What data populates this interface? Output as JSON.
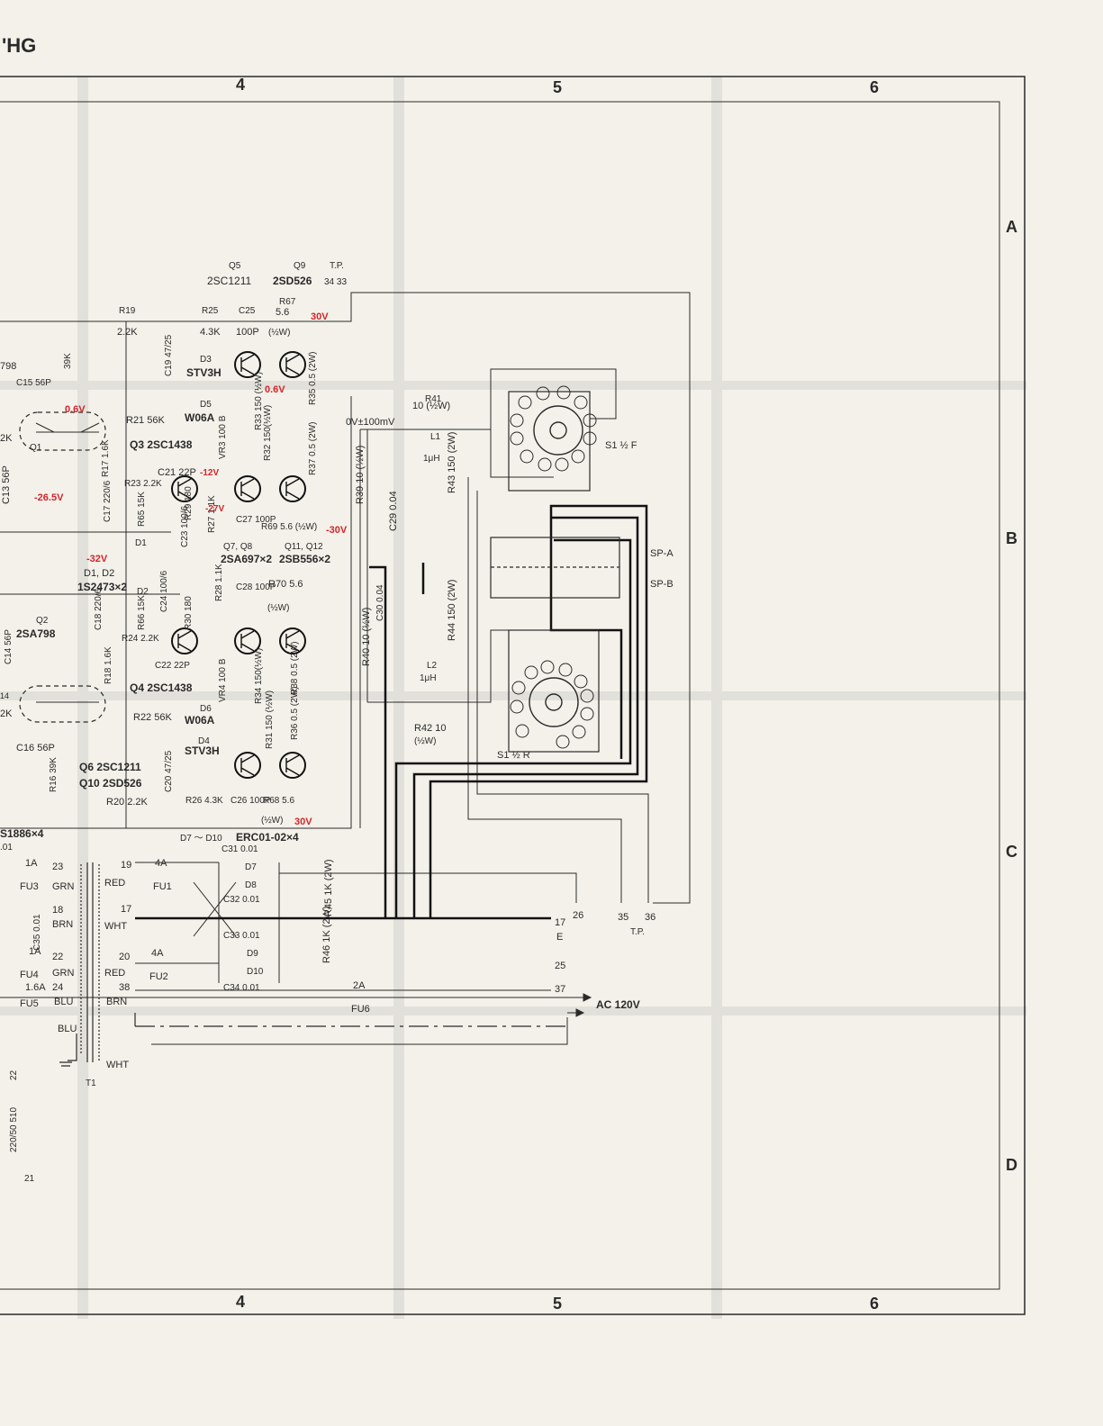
{
  "header": {
    "model_suffix": "'HG"
  },
  "grid": {
    "columns": [
      "4",
      "5",
      "6"
    ],
    "rows": [
      "A",
      "B",
      "C",
      "D"
    ]
  },
  "colors": {
    "ink": "#2a2a2a",
    "voltage": "#d4242a",
    "gridline": "#dcdcd8",
    "paper": "#f4f1ea"
  },
  "labels": {
    "q5": "Q5",
    "q5_part": "2SC1211",
    "q9": "Q9",
    "q9_part": "2SD526",
    "tp_top": "T.P.",
    "tp_top_pins": "34  33",
    "r19": "R19",
    "r19_val": "2.2K",
    "r25": "R25",
    "r25_val": "4.3K",
    "c25": "C25",
    "c25_val": "100P",
    "r67": "R67",
    "r67_val": "5.6",
    "r67_w": "(½W)",
    "v30_top": "30V",
    "r15_val": "39K",
    "c15_val": "C15 56P",
    "c19_val": "C19 47/25",
    "d3": "D3",
    "d3_part": "STV3H",
    "d5": "D5",
    "d5_part": "W06A",
    "v06_a": "0.6V",
    "v06_b": "0.6V",
    "r21_val": "R21 56K",
    "q3_lbl": "Q3 2SC1438",
    "r41_val": "R41",
    "r41_w": "10 (½W)",
    "ov": "0V±100mV",
    "l1": "L1",
    "l1_val": "1μH",
    "r43_val": "R43 150 (2W)",
    "s1f": "S1 ½ F",
    "r17": "R17 1.6K",
    "c21": "C21 22P",
    "v12": "-12V",
    "v265": "-26.5V",
    "c13": "C13 56P",
    "c17": "C17 220/6",
    "r23": "R23 2.2K",
    "v27": "-27V",
    "c27": "C27 100P",
    "r69": "R69 5.6 (½W)",
    "v30_neg": "-30V",
    "r39": "R39 10 (½W)",
    "c29": "C29 0.04",
    "q7q8": "Q7, Q8",
    "q7q8_part": "2SA697×2",
    "q11q12": "Q11, Q12",
    "q11q12_part": "2SB556×2",
    "v32": "-32V",
    "d1d2": "D1, D2",
    "d1d2_part": "1S2473×2",
    "c18": "C18 220/6",
    "c24": "C24 100/6",
    "r28": "R28 1.1K",
    "c28": "C28 100P",
    "r70": "R70 5.6",
    "r70_w": "(½W)",
    "c30": "C30 0.04",
    "spa": "SP-A",
    "spb": "SP-B",
    "q2": "Q2",
    "q2_part": "2SA798",
    "q1_part": "798",
    "r24": "R24 2.2K",
    "c22": "C22 22P",
    "r18": "R18 1.6K",
    "q4_lbl": "Q4 2SC1438",
    "r44": "R44 150 (2W)",
    "r40": "R40 10 (½W)",
    "l2": "L2",
    "l2_val": "1μH",
    "r42": "R42 10",
    "r42_w": "(½W)",
    "r22": "R22 56K",
    "d6": "D6",
    "d6_part": "W06A",
    "d4": "D4",
    "d4_part": "STV3H",
    "c20": "C20 47/25",
    "c16": "C16 56P",
    "r16": "R16 39K",
    "q6_lbl": "Q6 2SC1211",
    "q10_lbl": "Q10 2SD526",
    "r20": "R20 2.2K",
    "r26": "R26 4.3K",
    "c26": "C26 100P",
    "r68": "R68 5.6",
    "r68_w": "(½W)",
    "v30_bot": "30V",
    "s1r": "S1 ½ R",
    "q_s1886": "S1886×4",
    "val_01": ".01",
    "d7d10": "D7 ～ D10",
    "d7d10_part": "ERC01-02×4",
    "c31": "C31 0.01",
    "c32": "C32 0.01",
    "c33": "C33 0.01",
    "c34": "C34 0.01",
    "d7": "D7",
    "d8": "D8",
    "d9": "D9",
    "d10": "D10",
    "fu1": "FU1",
    "fu1_val": "4A",
    "fu2": "FU2",
    "fu2_val": "4A",
    "fu3": "FU3",
    "fu3_val": "1A",
    "fu4": "FU4",
    "fu4_val": "1A",
    "fu5": "FU5",
    "fu5_val": "1.6A",
    "fu6": "FU6",
    "fu6_val": "2A",
    "r45": "R45 1K (2W)",
    "r46": "R46 1K (2W)",
    "c35": "C35 0.01",
    "t1": "T1",
    "ac": "AC 120V",
    "tp_bot": "T.P.",
    "pin26": "26",
    "pin35": "35",
    "pin36": "36",
    "pin17e": "17",
    "pin_e": "E",
    "pin25": "25",
    "pin37": "37",
    "tr_19": "19",
    "tr_17": "17",
    "tr_20": "20",
    "tr_38": "38",
    "tr_23": "23",
    "tr_18": "18",
    "tr_22": "22",
    "tr_24": "24",
    "red1": "RED",
    "wht1": "WHT",
    "red2": "RED",
    "brn2": "BRN",
    "wht2": "WHT",
    "grn1": "GRN",
    "brn1": "BRN",
    "grn2": "GRN",
    "blu1": "BLU",
    "blu2": "BLU",
    "r_22": "22",
    "c_220": "220/50 510",
    "pin21": "21",
    "r65": "R65 15K",
    "r66": "R66 15K",
    "r29": "R29 180",
    "r30": "R30 180",
    "r27": "R27 1.1K",
    "c23": "C23 100/6",
    "vr3": "VR3 100 B",
    "vr4": "VR4 100 B",
    "r33": "R33 150 (½W)",
    "r32": "R32 150(½W)",
    "r31": "R31 150 (½W)",
    "r34": "R34 150(½W)",
    "r35": "R35 0.5 (2W)",
    "r37": "R37 0.5 (2W)",
    "r38": "R38 0.5 (2W)",
    "r36": "R36 0.5 (2W)",
    "left_2k_a": "2K",
    "left_2k_b": "2K",
    "left_14": "14",
    "c14": "C14 56P",
    "d1": "D1",
    "d2": "D2",
    "q1": "Q1"
  }
}
